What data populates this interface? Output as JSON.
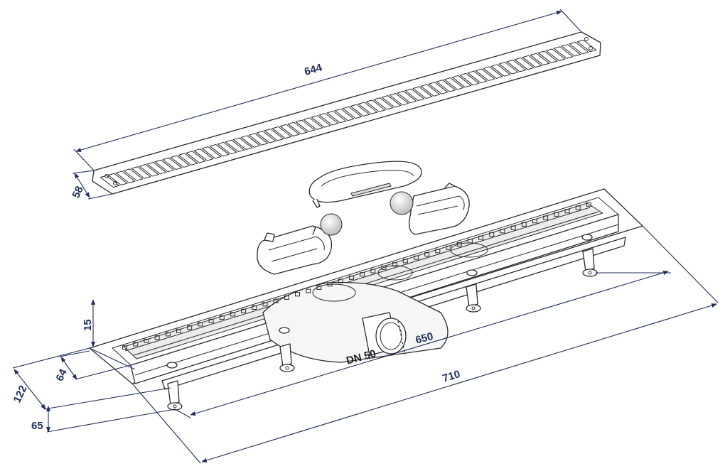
{
  "dimensions": {
    "grate_length": "644",
    "grate_width": "58",
    "height": "15",
    "inner_width": "64",
    "total_width": "122",
    "foot_height": "65",
    "outlet_distance": "650",
    "total_length": "710"
  },
  "labels": {
    "outlet": "DN 50"
  },
  "colors": {
    "dimension_line": "#1f2d5a",
    "outline": "#2b2b2b"
  }
}
